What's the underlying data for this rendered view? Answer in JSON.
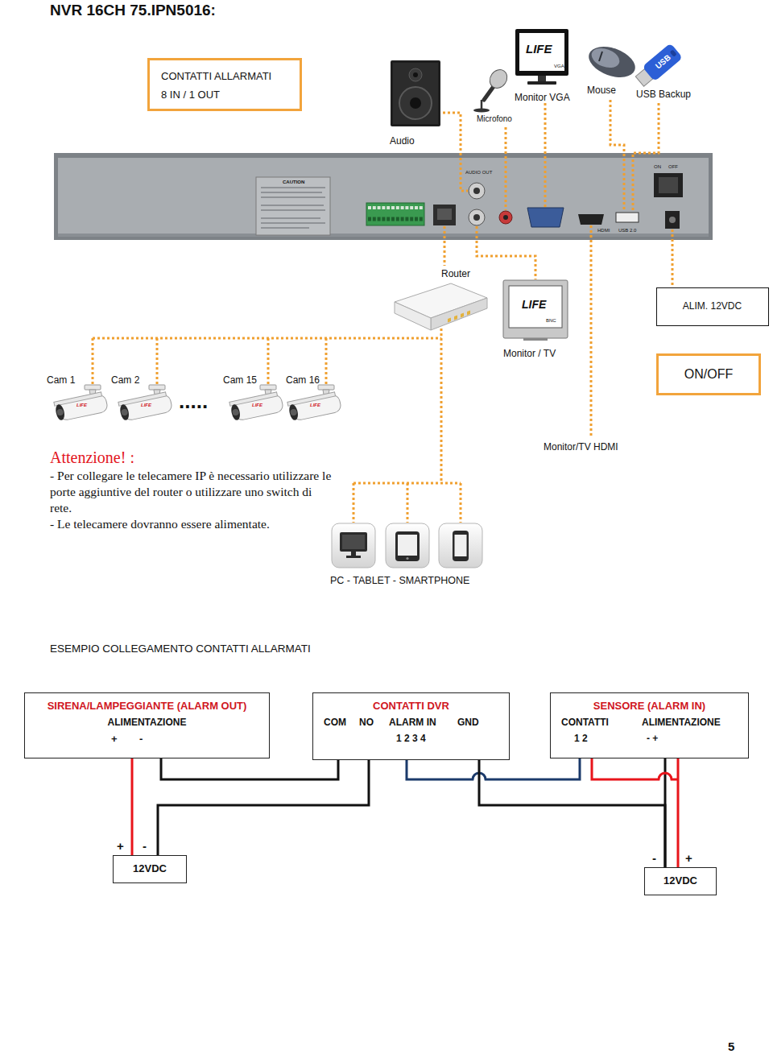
{
  "diagram": {
    "title": "NVR 16CH 75.IPN5016:",
    "nodes": [
      {
        "text": [
          "CONTATTI ALLARMATI",
          "8 IN / 1 OUT"
        ]
      },
      {
        "text": [
          "ALIM. 12VDC"
        ]
      },
      {
        "text": [
          "ON/OFF"
        ]
      },
      {
        "text": [
          "SIRENA/LAMPEGGIANTE (ALARM OUT)",
          "ALIMENTAZIONE",
          "+",
          "-"
        ]
      },
      {
        "text": [
          "CONTATTI DVR",
          "COM",
          "NO",
          "ALARM IN",
          "GND",
          "1 2 3 4"
        ]
      },
      {
        "text": [
          "SENSORE (ALARM IN)",
          "CONTATTI",
          "ALIMENTAZIONE",
          "1 2",
          "- +"
        ]
      },
      {
        "text": [
          "+",
          "-",
          "12VDC"
        ]
      },
      {
        "text": [
          "-",
          "+",
          "12VDC"
        ]
      }
    ],
    "edges": [
      {
        "from": 3,
        "to": 6,
        "arrow": "none"
      },
      {
        "from": 3,
        "to": 4,
        "arrow": "none"
      },
      {
        "from": 4,
        "to": 6,
        "arrow": "none"
      },
      {
        "from": 4,
        "to": 5,
        "arrow": "none"
      },
      {
        "from": 4,
        "to": 7,
        "arrow": "none"
      },
      {
        "from": 5,
        "to": 7,
        "arrow": "none"
      },
      {
        "from": 5,
        "to": 7,
        "arrow": "none"
      }
    ],
    "labels": [
      "Audio",
      "Microfono",
      "LIFE",
      "VGA",
      "Monitor VGA",
      "Mouse",
      "USB",
      "USB Backup",
      "CAUTION",
      "AUDIO OUT",
      "ON",
      "OFF",
      "HDMI",
      "USB 2.0",
      "Router",
      "LIFE",
      "BNC",
      "Monitor / TV",
      "Cam 1",
      "Cam 2",
      "Cam 15",
      "Cam 16",
      ".....",
      "LIFE",
      "LIFE",
      "LIFE",
      "LIFE",
      "Attenzione! :",
      "- Per collegare le telecamere IP è necessario utilizzare le porte aggiuntive del router o utilizzare uno switch di rete.",
      "- Le telecamere dovranno essere alimentate.",
      "Monitor/TV HDMI",
      "PC - TABLET - SMARTPHONE",
      "ESEMPIO COLLEGAMENTO CONTATTI ALLARMATI",
      "5"
    ]
  }
}
